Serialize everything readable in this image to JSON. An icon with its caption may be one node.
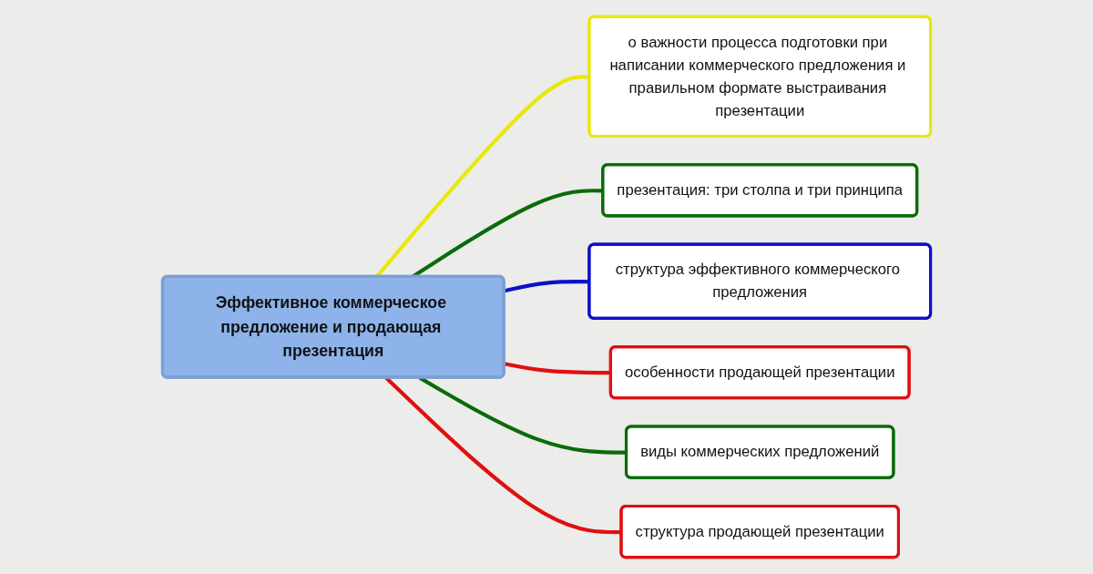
{
  "diagram": {
    "nodes": [
      {
        "text": [
          "Эффективное коммерческое предложение и продающая презентация"
        ]
      },
      {
        "text": [
          "о важности процесса подготовки при написании коммерческого предложения и правильном формате выстраивания презентации"
        ]
      },
      {
        "text": [
          "презентация: три столпа и три принципа"
        ]
      },
      {
        "text": [
          "структура эффективного коммерческого предложения"
        ]
      },
      {
        "text": [
          "особенности продающей презентации"
        ]
      },
      {
        "text": [
          "виды коммерческих предложений"
        ]
      },
      {
        "text": [
          "структура продающей презентации"
        ]
      }
    ],
    "edges": [
      {
        "from": 0,
        "to": 1,
        "arrow": "none",
        "color": "#e8e80a"
      },
      {
        "from": 0,
        "to": 2,
        "arrow": "none",
        "color": "#0a6b0a"
      },
      {
        "from": 0,
        "to": 3,
        "arrow": "none",
        "color": "#1010c8"
      },
      {
        "from": 0,
        "to": 4,
        "arrow": "none",
        "color": "#e01010"
      },
      {
        "from": 0,
        "to": 5,
        "arrow": "none",
        "color": "#0a6b0a"
      },
      {
        "from": 0,
        "to": 6,
        "arrow": "none",
        "color": "#e01010"
      }
    ]
  }
}
